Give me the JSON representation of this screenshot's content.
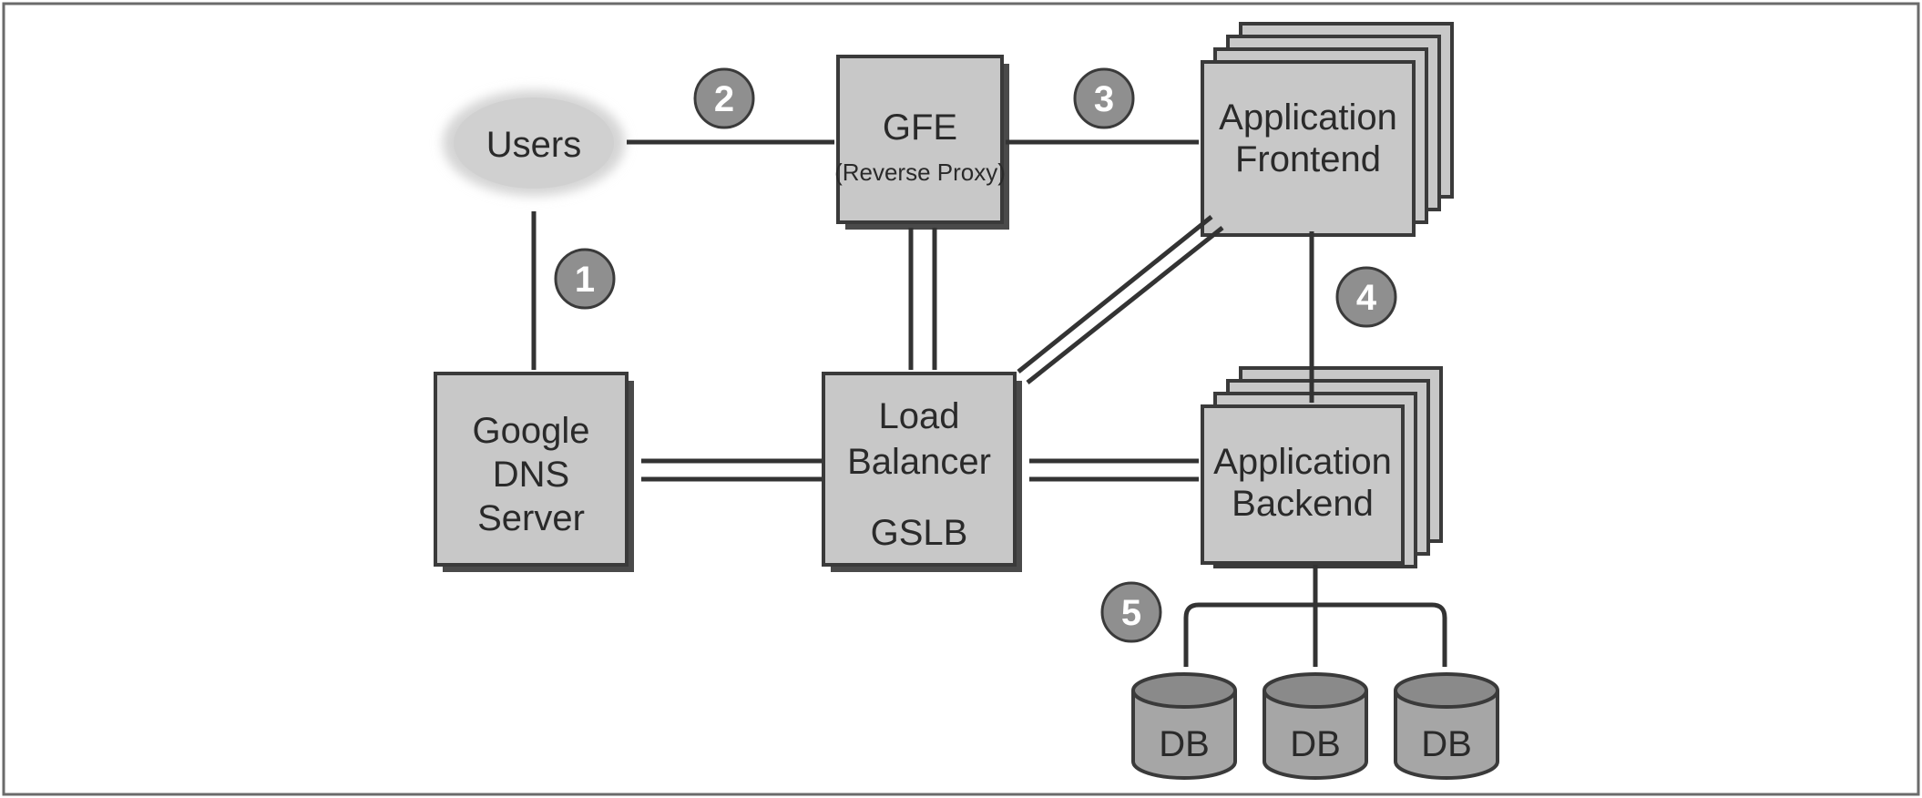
{
  "nodes": {
    "users": "Users",
    "gfe": {
      "title": "GFE",
      "subtitle": "(Reverse Proxy)"
    },
    "app_frontend": [
      "Application",
      "Frontend"
    ],
    "dns": [
      "Google",
      "DNS",
      "Server"
    ],
    "load_balancer": [
      "Load",
      "Balancer",
      "GSLB"
    ],
    "app_backend": [
      "Application",
      "Backend"
    ],
    "databases": [
      "DB",
      "DB",
      "DB"
    ]
  },
  "steps": [
    "1",
    "2",
    "3",
    "4",
    "5"
  ],
  "colors": {
    "box_fill": "#c8c8c8",
    "step_fill": "#8f8f8f",
    "db_fill": "#a6a6a6",
    "line": "#333333"
  }
}
